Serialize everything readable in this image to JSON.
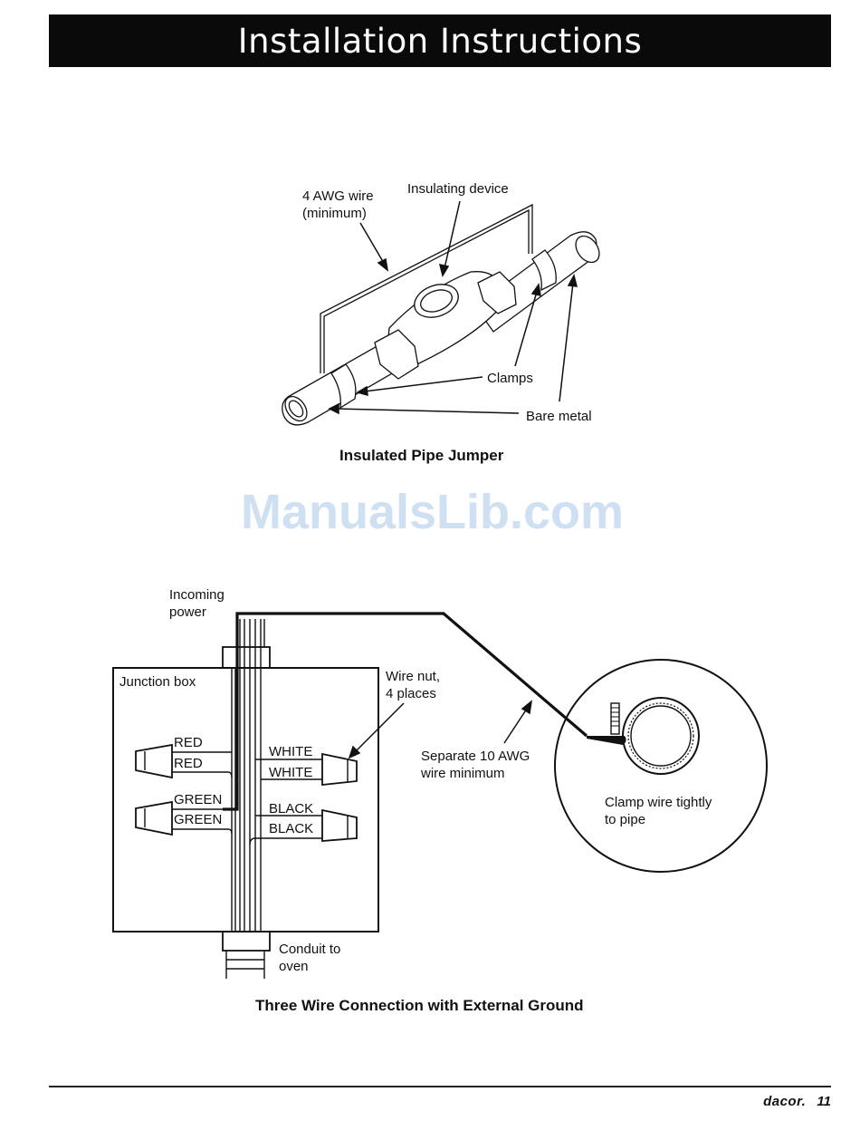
{
  "header": {
    "title": "Installation Instructions"
  },
  "figure1": {
    "labels": {
      "awg_wire": "4 AWG wire",
      "awg_wire_min": "(minimum)",
      "insulating_device": "Insulating device",
      "clamps": "Clamps",
      "bare_metal": "Bare metal"
    },
    "caption": "Insulated Pipe Jumper"
  },
  "watermark": "ManualsLib.com",
  "figure2": {
    "labels": {
      "incoming_power_1": "Incoming",
      "incoming_power_2": "power",
      "junction_box": "Junction box",
      "red_1": "RED",
      "red_2": "RED",
      "green_1": "GREEN",
      "green_2": "GREEN",
      "white_1": "WHITE",
      "white_2": "WHITE",
      "black_1": "BLACK",
      "black_2": "BLACK",
      "wire_nut_1": "Wire nut,",
      "wire_nut_2": "4 places",
      "separate_awg_1": "Separate 10 AWG",
      "separate_awg_2": "wire minimum",
      "clamp_wire_1": "Clamp wire tightly",
      "clamp_wire_2": "to pipe",
      "conduit_1": "Conduit to",
      "conduit_2": "oven"
    },
    "caption": "Three Wire Connection with External Ground"
  },
  "footer": {
    "brand": "dacor.",
    "page_number": "11"
  }
}
